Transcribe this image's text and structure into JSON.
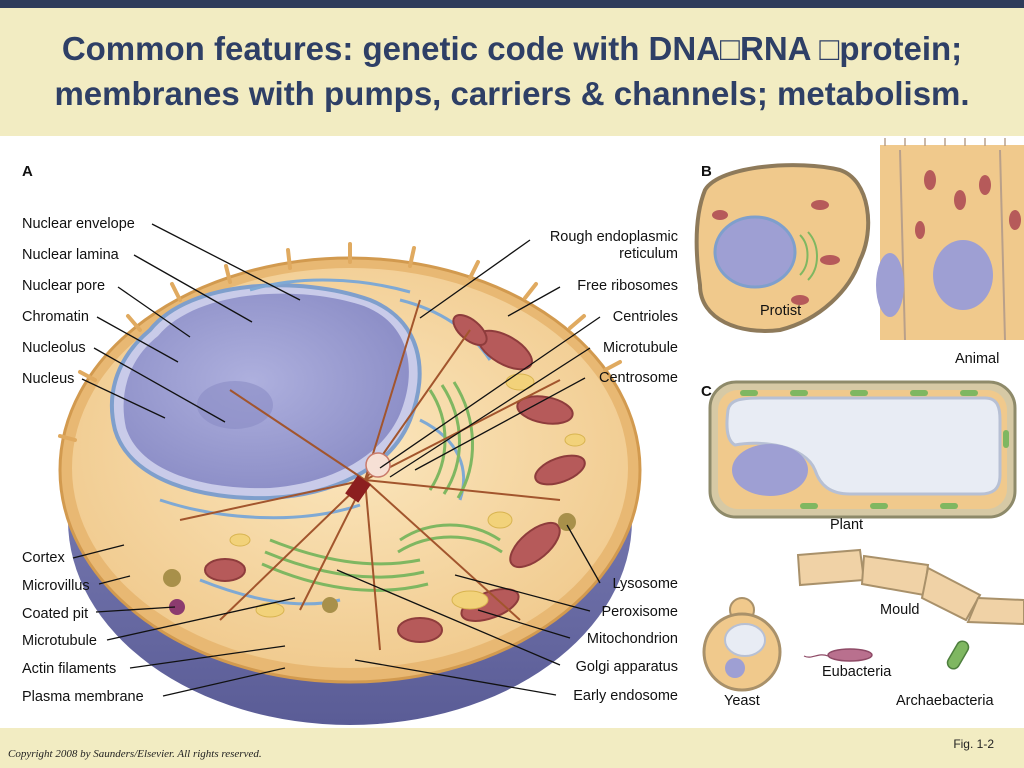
{
  "header": {
    "title_line1": "Common features: genetic code with DNA□RNA □protein;",
    "title_line2": "membranes with pumps, carriers & channels; metabolism."
  },
  "panels": {
    "a": "A",
    "b": "B",
    "c": "C"
  },
  "labels_left": [
    "Nuclear envelope",
    "Nuclear lamina",
    "Nuclear pore",
    "Chromatin",
    "Nucleolus",
    "Nucleus"
  ],
  "labels_left_bottom": [
    "Cortex",
    "Microvillus",
    "Coated pit",
    "Microtubule",
    "Actin filaments",
    "Plasma membrane"
  ],
  "labels_right": [
    "Rough endoplasmic",
    "reticulum",
    "Free ribosomes",
    "Centrioles",
    "Microtubule",
    "Centrosome"
  ],
  "labels_right_bottom": [
    "Lysosome",
    "Peroxisome",
    "Mitochondrion",
    "Golgi apparatus",
    "Early endosome"
  ],
  "organisms": [
    "Protist",
    "Animal",
    "Plant",
    "Mould",
    "Yeast",
    "Eubacteria",
    "Archaebacteria"
  ],
  "footer": {
    "copyright": "Copyright 2008 by Saunders/Elsevier. All rights reserved.",
    "fig": "Fig. 1-2"
  },
  "colors": {
    "header_bg": "#f2ecc2",
    "topbar": "#2f3c5b",
    "title": "#2e3f66",
    "nucleus": "#9e9fd3",
    "cytoplasm": "#f6d9a3",
    "membrane_base": "#6d6fa8",
    "mitochondrion": "#b65a5a",
    "golgi": "#7fb761"
  }
}
